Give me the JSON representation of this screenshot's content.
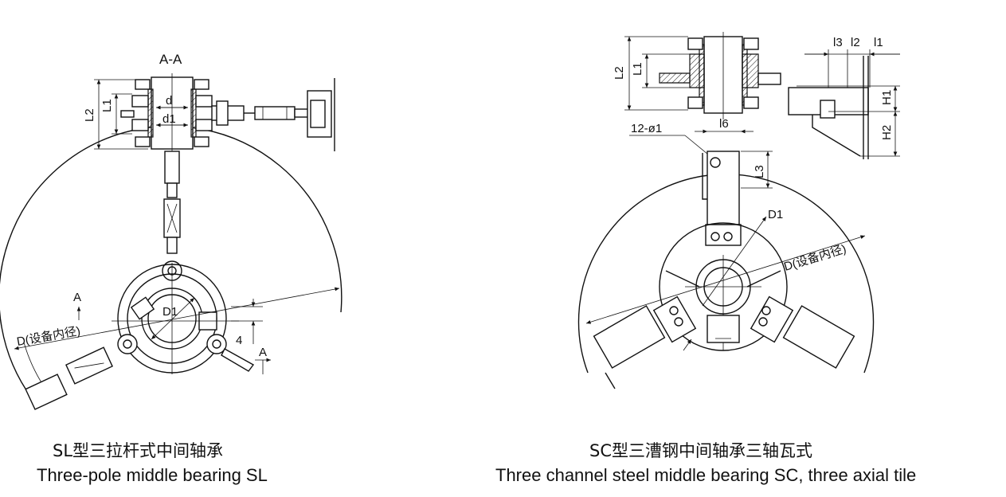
{
  "left_diagram": {
    "section_label": "A-A",
    "dims": {
      "L2": "L2",
      "L1": "L1",
      "d": "d",
      "d1": "d1",
      "D1": "D1",
      "four": "4",
      "A_top": "A",
      "A_right": "A",
      "D_inner": "D(设备内径)"
    },
    "caption_cn": "SL型三拉杆式中间轴承",
    "caption_en": "Three-pole middle bearing SL"
  },
  "right_diagram": {
    "dims": {
      "L2": "L2",
      "L1": "L1",
      "l3": "l3",
      "l2": "l2",
      "l1": "l1",
      "H1": "H1",
      "H2": "H2",
      "l6": "l6",
      "holes": "12-ø1",
      "L3": "L3",
      "D1": "D1",
      "D_inner": "D(设备内径)"
    },
    "caption_cn": "SC型三漕钢中间轴承三轴瓦式",
    "caption_en": "Three channel steel middle bearing SC, three axial tile"
  }
}
